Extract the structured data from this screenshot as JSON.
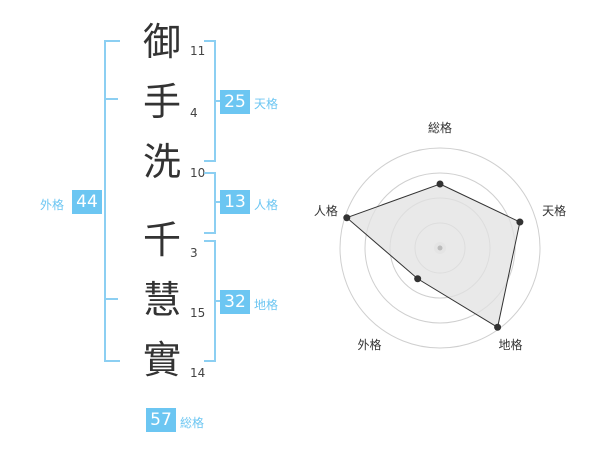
{
  "name": {
    "chars": [
      "御",
      "手",
      "洗",
      "千",
      "慧",
      "實"
    ],
    "strokes": [
      "11",
      "4",
      "10",
      "3",
      "15",
      "14"
    ]
  },
  "grades": {
    "tenkaku": {
      "value": "25",
      "label": "天格"
    },
    "jinkaku": {
      "value": "13",
      "label": "人格"
    },
    "chikaku": {
      "value": "32",
      "label": "地格"
    },
    "gaikaku": {
      "value": "44",
      "label": "外格"
    },
    "soukaku": {
      "value": "57",
      "label": "総格"
    }
  },
  "colors": {
    "accent": "#6cc6f2",
    "bracket": "#8ccff2",
    "ring": "#cfcfcf",
    "fill": "#e2e2e2",
    "line": "#333333"
  },
  "chart_data": {
    "type": "radar",
    "axes": [
      "総格",
      "天格",
      "地格",
      "外格",
      "人格"
    ],
    "values": [
      0.64,
      0.84,
      0.98,
      0.38,
      0.98
    ],
    "rings": 4
  }
}
